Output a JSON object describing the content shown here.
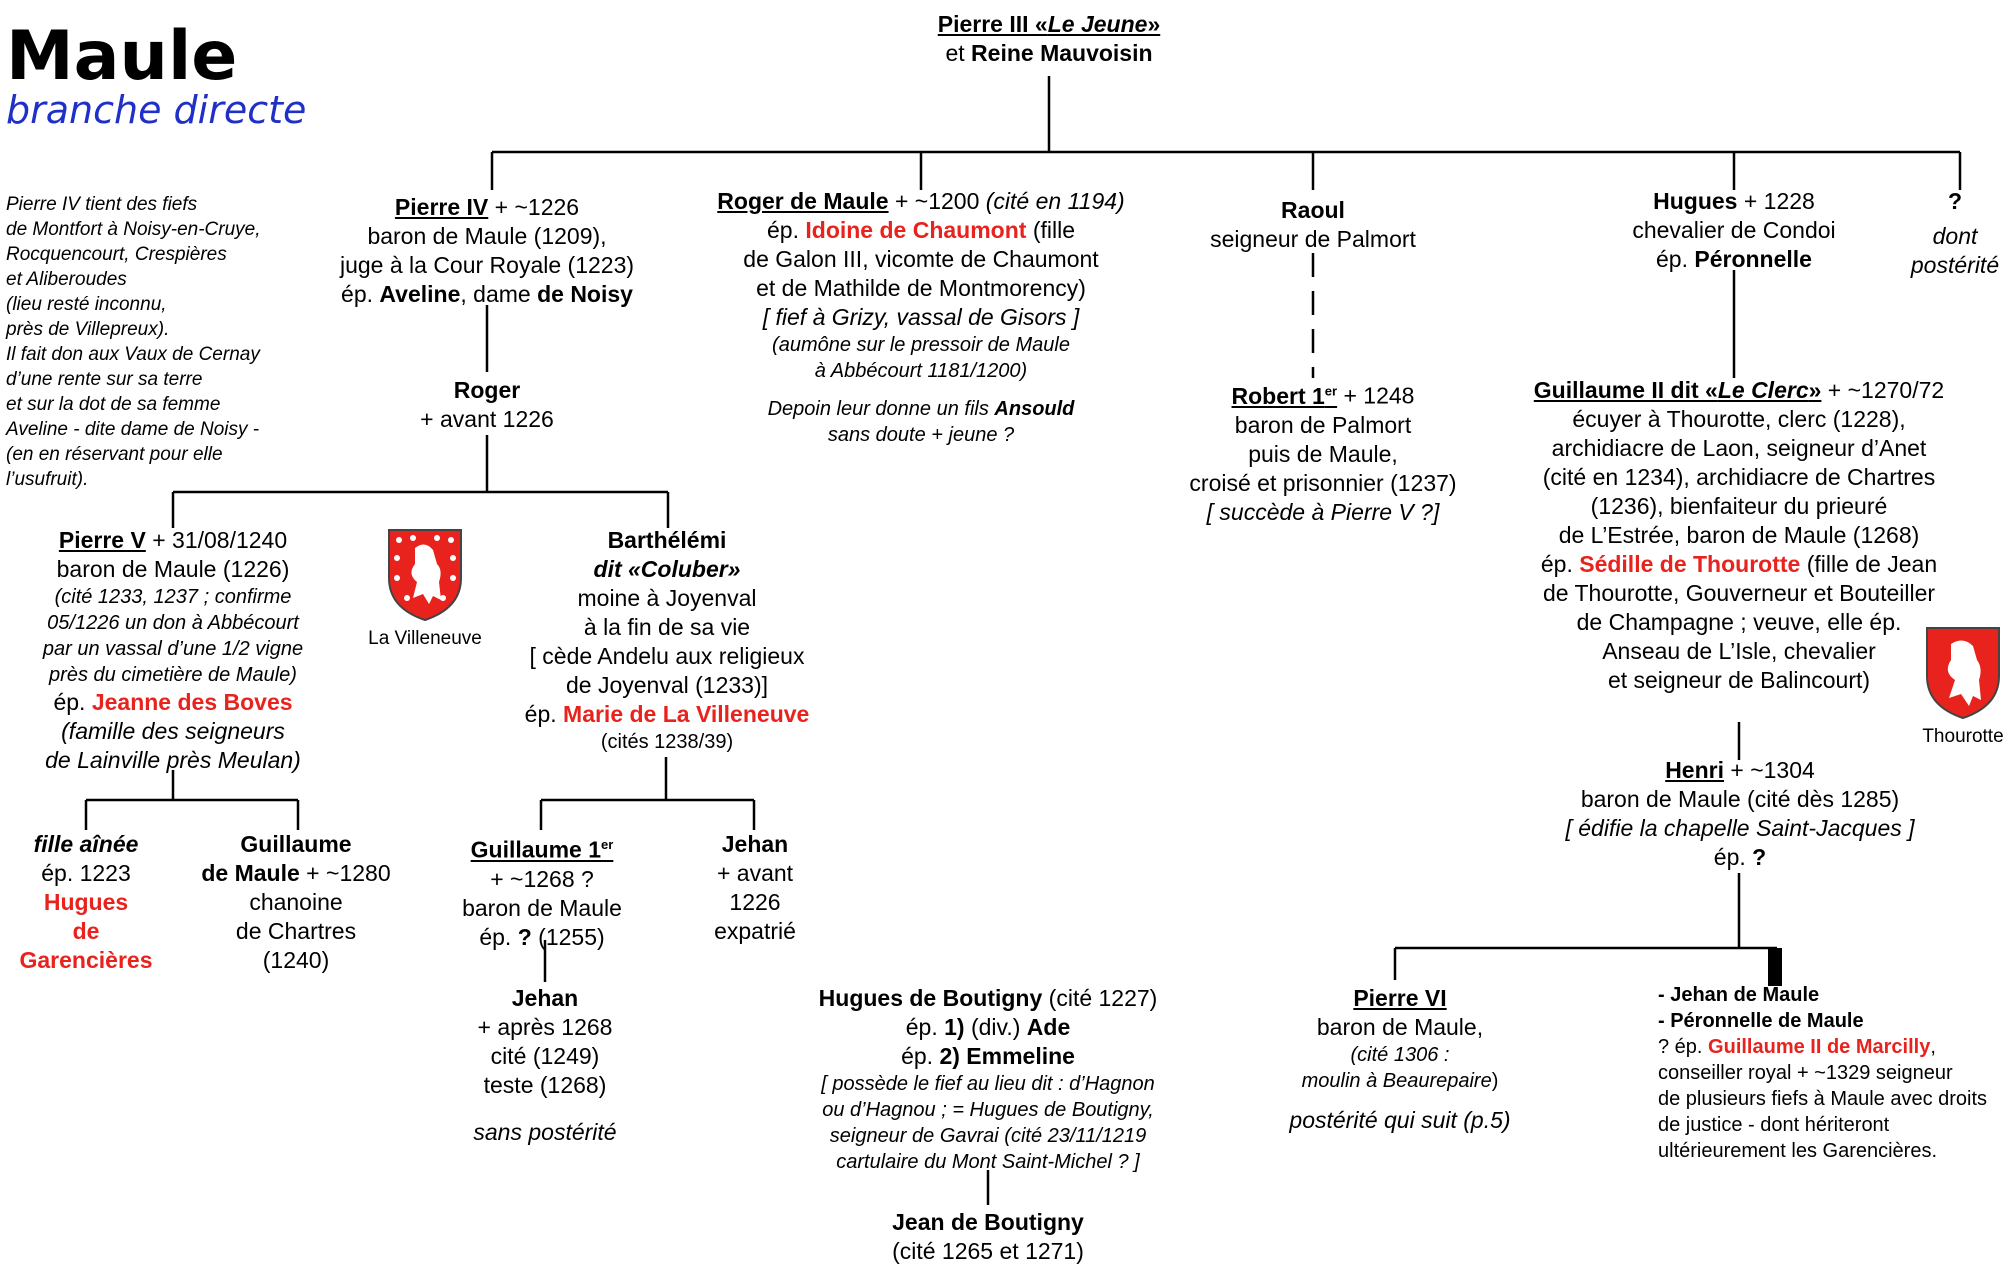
{
  "header": {
    "title": "Maule",
    "subtitle": "branche directe"
  },
  "note": {
    "lines": [
      "Pierre IV tient des fiefs",
      "de Montfort à Noisy-en-Cruye,",
      "Rocquencourt, Crespières",
      "et Aliberoudes",
      "(lieu resté inconnu,",
      "près de Villepreux).",
      "Il fait don aux Vaux de Cernay",
      "d’une rente sur sa terre",
      "et sur la dot de sa femme",
      "Aveline - dite dame de Noisy -",
      "(en en réservant pour elle",
      "l’usufruit)."
    ]
  },
  "root": {
    "name": "Pierre III",
    "nickname_open": " «",
    "nickname": "Le Jeune",
    "nickname_close": "»",
    "line2_pre": "et ",
    "spouse": "Reine Mauvoisin"
  },
  "pierre4": {
    "name": "Pierre IV",
    "death": " + ~1226",
    "l2": "baron de Maule (1209),",
    "l3": "juge à la Cour Royale (1223)",
    "l4_pre": "ép. ",
    "l4_spouse": "Aveline",
    "l4_mid": ", dame ",
    "l4_end": "de Noisy"
  },
  "roger_maule": {
    "name": "Roger de Maule",
    "death": " + ~1200 ",
    "cite": "(cité en 1194)",
    "l2_pre": "ép. ",
    "l2_spouse": "Idoine de Chaumont",
    "l2_end": " (fille",
    "l3": "de Galon III, vicomte de Chaumont",
    "l4": "et de Mathilde de Montmorency)",
    "l5": "[ fief à Grizy, vassal de Gisors ]",
    "l6": "(aumône sur le pressoir de Maule",
    "l7": "à Abbécourt 1181/1200)",
    "l8_pre": "Depoin leur donne un fils ",
    "l8_son": "Ansould",
    "l9": "sans doute + jeune ?"
  },
  "raoul": {
    "name": "Raoul",
    "l2": "seigneur de Palmort"
  },
  "hugues": {
    "name": "Hugues",
    "death": " + 1228",
    "l2": "chevalier de Condoi",
    "l3_pre": "ép. ",
    "l3_spouse": "Péronnelle"
  },
  "unknown": {
    "name": "?",
    "l2": "dont",
    "l3": "postérité"
  },
  "roger": {
    "name": "Roger",
    "l2": "+ avant 1226"
  },
  "robert": {
    "name": "Robert 1",
    "sup": "er",
    "death": "  + 1248",
    "l2": "baron de  Palmort",
    "l3": "puis de Maule,",
    "l4": "croisé et prisonnier (1237)",
    "l5": "[ succède à Pierre V ?]"
  },
  "guillaume2": {
    "name_pre": "Guillaume II dit «",
    "nickname": "Le Clerc",
    "name_post": "»",
    "death": " + ~1270/72",
    "lines": [
      "écuyer à Thourotte, clerc (1228),",
      "archidiacre de Laon, seigneur d’Anet",
      "(cité en 1234), archidiacre de Chartres",
      "(1236), bienfaiteur du prieuré",
      "de L’Estrée, baron de Maule (1268)"
    ],
    "sp_pre": "ép. ",
    "sp_name": "Sédille de Thourotte",
    "sp_end": " (fille de Jean",
    "lines2": [
      "de Thourotte, Gouverneur et Bouteiller",
      "de Champagne ; veuve, elle ép.",
      "Anseau de L’Isle, chevalier",
      "et seigneur de Balincourt)"
    ]
  },
  "pierre5": {
    "name": "Pierre V",
    "death": " + 31/08/1240",
    "l2": "baron de Maule (1226)",
    "l3": "(cité 1233, 1237 ; confirme",
    "l4": "05/1226 un don à Abbécourt",
    "l5": "par un vassal d’une 1/2 vigne",
    "l6": "près du cimetière de Maule)",
    "l7_pre": "ép. ",
    "l7_spouse": "Jeanne des Boves",
    "l8": "(famille des seigneurs",
    "l9": "de Lainville près Meulan)"
  },
  "crest_villeneuve": {
    "label": "La Villeneuve",
    "color": "#e8231e"
  },
  "crest_thourotte": {
    "label": "Thourotte",
    "color": "#e8231e"
  },
  "barthelemi": {
    "name": "Barthélémi",
    "l2": "dit «Coluber»",
    "l3": "moine à Joyenval",
    "l4": "à la fin de sa vie",
    "l5": "[ cède Andelu aux religieux",
    "l6": "de Joyenval (1233)]",
    "l7_pre": "ép. ",
    "l7_spouse": "Marie de La Villeneuve",
    "l8": "(cités  1238/39)"
  },
  "fille": {
    "name": "fille aînée",
    "l2": "ép. 1223",
    "l3": "Hugues",
    "l4": "de",
    "l5": "Garencières"
  },
  "guillaume_chan": {
    "name": "Guillaume",
    "l2_bold": "de Maule",
    "l2_rest": " + ~1280",
    "l3": "chanoine",
    "l4": "de Chartres",
    "l5": "(1240)"
  },
  "guillaume1": {
    "name": "Guillaume 1",
    "sup": "er",
    "l2": "+ ~1268 ?",
    "l3": "baron de Maule",
    "l4_pre": "ép. ",
    "l4_b": "?",
    "l4_end": " (1255)"
  },
  "jehan_a": {
    "name": "Jehan",
    "l2": "+ avant",
    "l3": "1226",
    "l4": "expatrié"
  },
  "jehan_b": {
    "name": "Jehan",
    "l2": "+ après 1268",
    "l3": "cité (1249)",
    "l4": "teste (1268)",
    "l5": "sans postérité"
  },
  "henri": {
    "name": "Henri",
    "death": " + ~1304",
    "l2": "baron de Maule (cité dès 1285)",
    "l3": "[ édifie la chapelle Saint-Jacques ]",
    "l4_pre": "ép. ",
    "l4_b": "?"
  },
  "hugues_boutigny": {
    "name": "Hugues de Boutigny",
    "cite": " (cité 1227)",
    "l2_pre": "ép. ",
    "l2_num": "1)",
    "l2_mid": " (div.) ",
    "l2_name": "Ade",
    "l3_pre": "ép. ",
    "l3_num": "2)",
    "l3_name": " Emmeline",
    "l4": "[ possède le fief au lieu dit : d’Hagnon",
    "l5": "ou d’Hagnou ; = Hugues de Boutigny,",
    "l6": "seigneur de Gavrai (cité 23/11/1219",
    "l7": "cartulaire du Mont Saint-Michel ? ]"
  },
  "jean_boutigny": {
    "name": "Jean de Boutigny",
    "l2": "(cité 1265 et 1271)"
  },
  "pierre6": {
    "name": "Pierre VI",
    "l2": "baron de Maule,",
    "l3_it": "(cité 1306 :",
    "l4_it": "moulin à Beaurepaire",
    "l4_end": ")",
    "l5": "postérité qui suit (p.5)"
  },
  "jehan_peronnelle": {
    "l1": "- Jehan de Maule",
    "l2": "- Péronnelle de Maule",
    "l3_pre": "? ép. ",
    "l3_spouse": "Guillaume II de Marcilly",
    "l3_end": ",",
    "l4": "conseiller royal + ~1329 seigneur",
    "l5": "de plusieurs fiefs à Maule avec droits",
    "l6": "de justice - dont hériteront",
    "l7": "ultérieurement les Garencières."
  }
}
